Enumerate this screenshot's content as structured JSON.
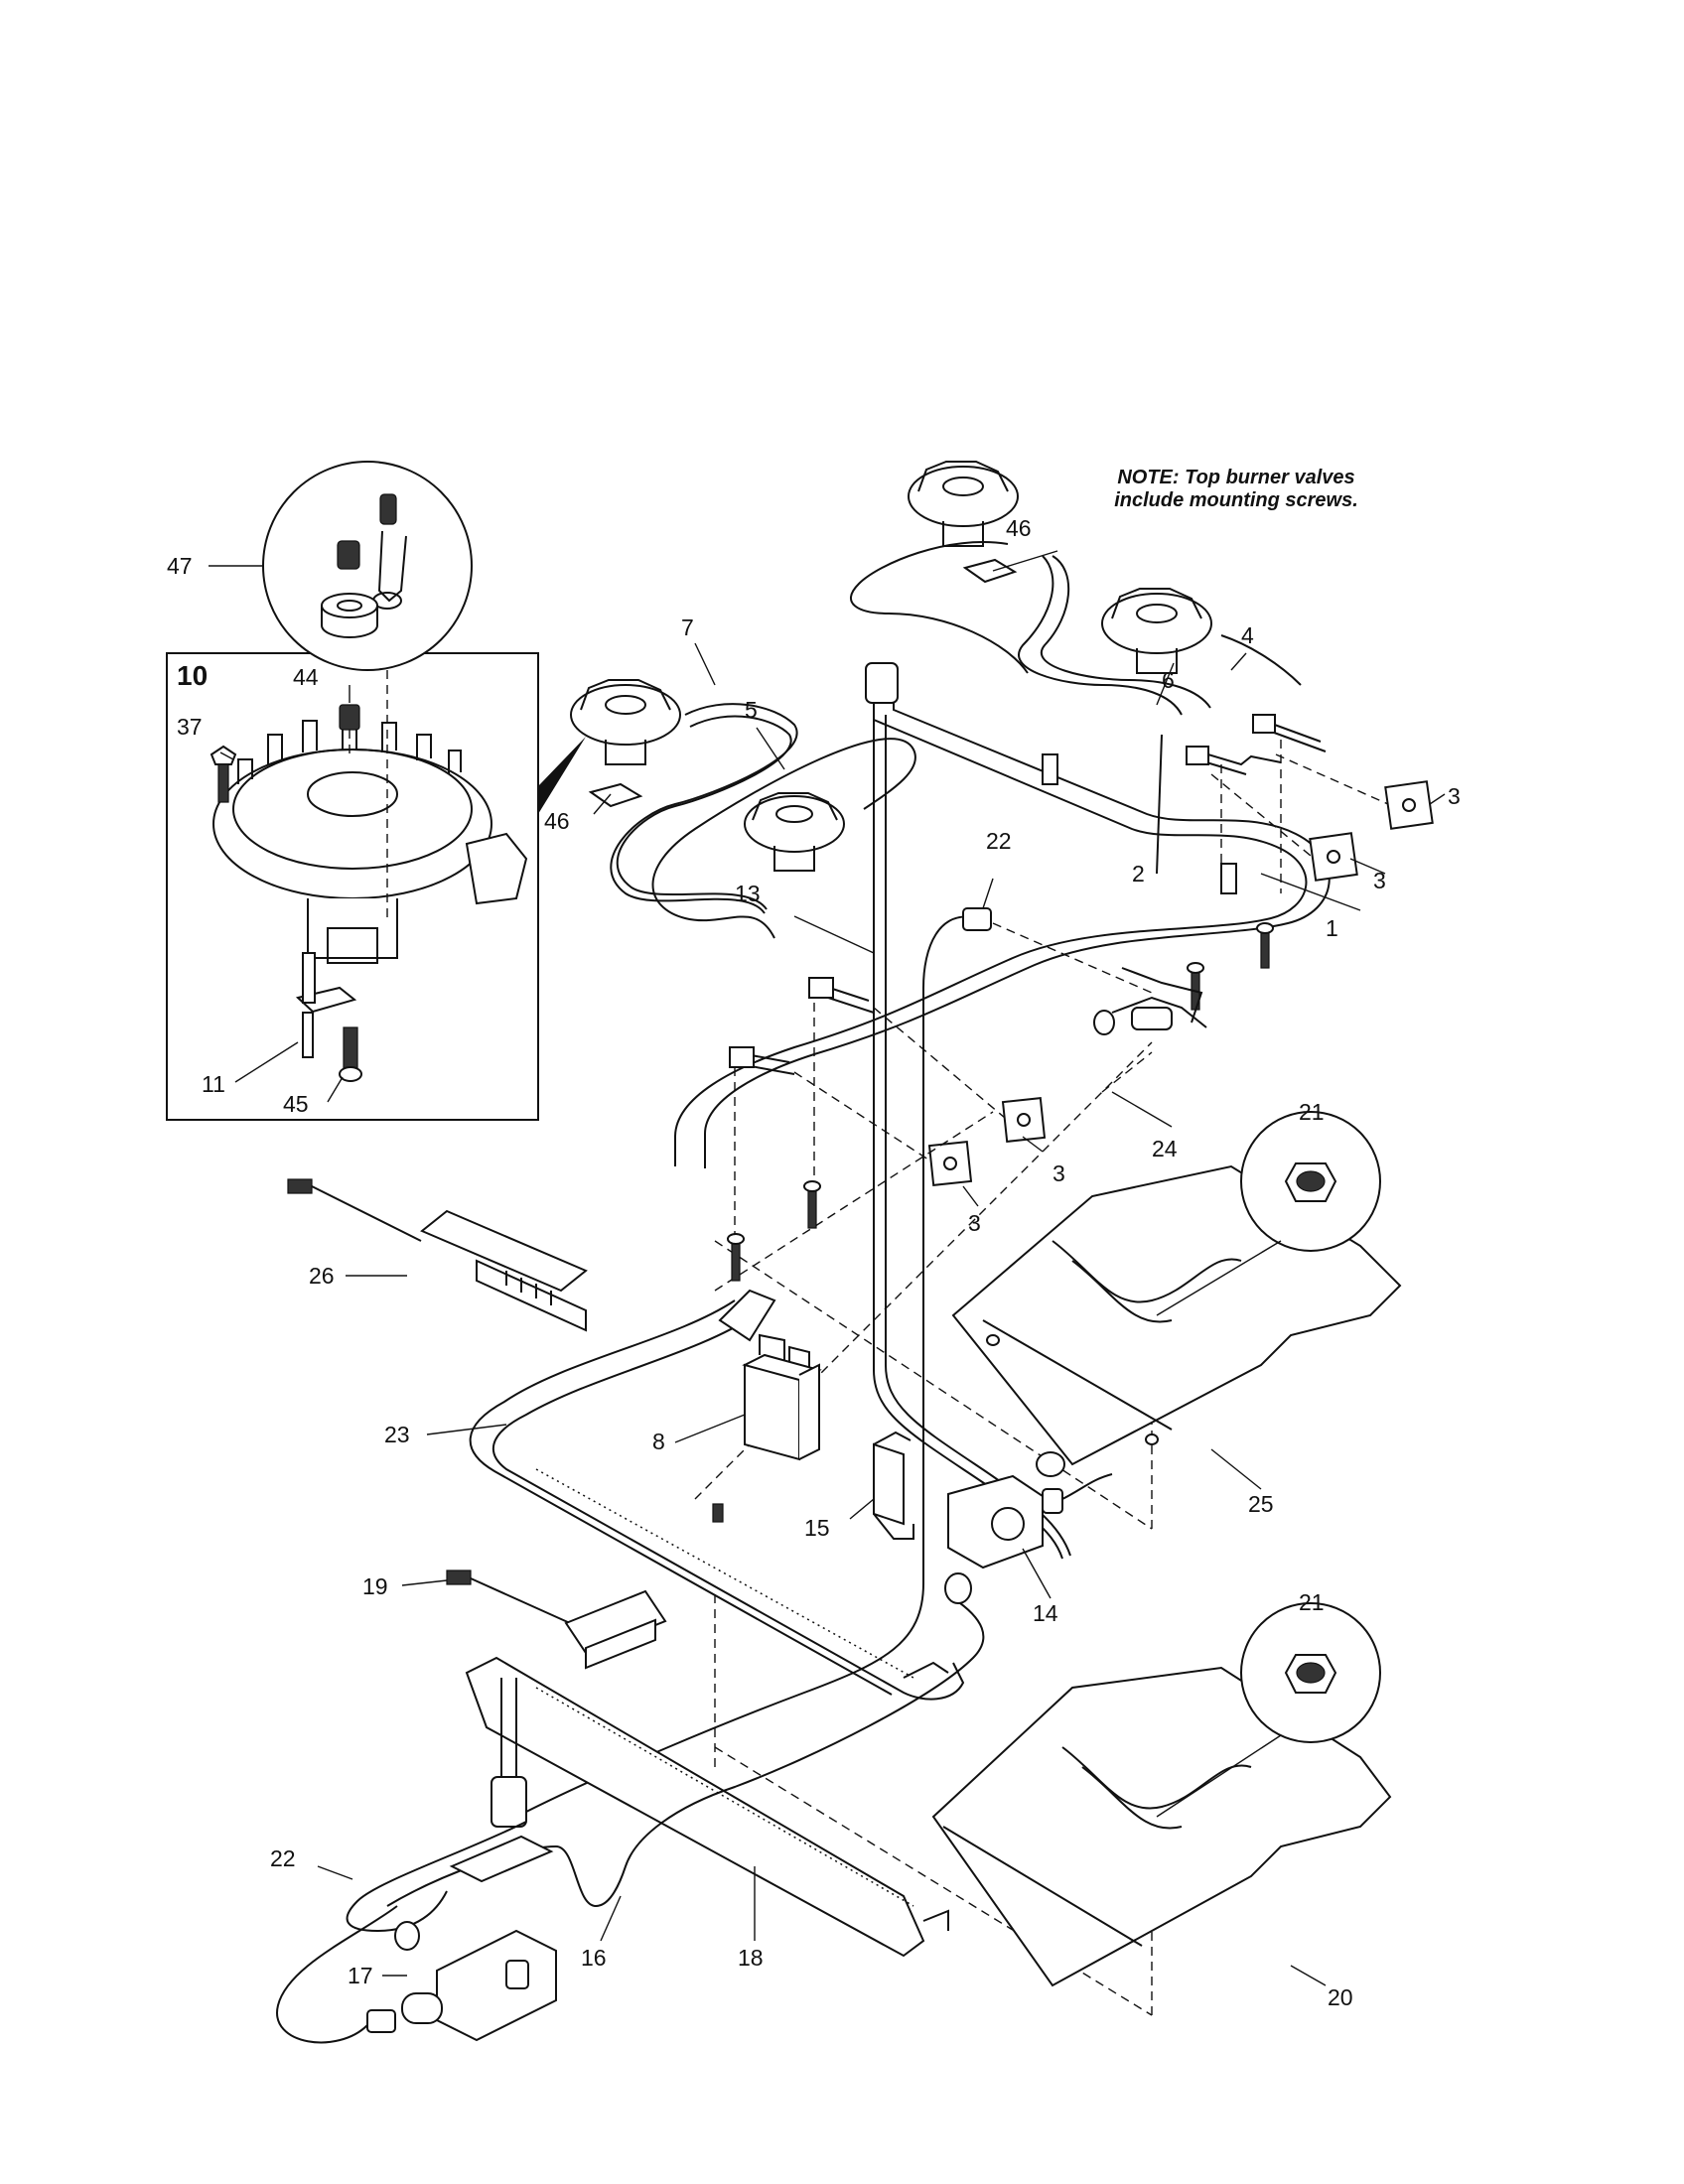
{
  "note": {
    "line1": "NOTE: Top burner valves",
    "line2": "include mounting screws."
  },
  "inset_title": "10",
  "labels": {
    "l1": "1",
    "l2": "2",
    "l3a": "3",
    "l3b": "3",
    "l3c": "3",
    "l3d": "3",
    "l4": "4",
    "l5": "5",
    "l6": "6",
    "l7": "7",
    "l8": "8",
    "l11": "11",
    "l13": "13",
    "l14": "14",
    "l15": "15",
    "l16": "16",
    "l17": "17",
    "l18": "18",
    "l19": "19",
    "l20": "20",
    "l21a": "21",
    "l21b": "21",
    "l22a": "22",
    "l22b": "22",
    "l23": "23",
    "l24": "24",
    "l25": "25",
    "l26": "26",
    "l37": "37",
    "l44": "44",
    "l45": "45",
    "l46a": "46",
    "l46b": "46",
    "l47": "47"
  }
}
